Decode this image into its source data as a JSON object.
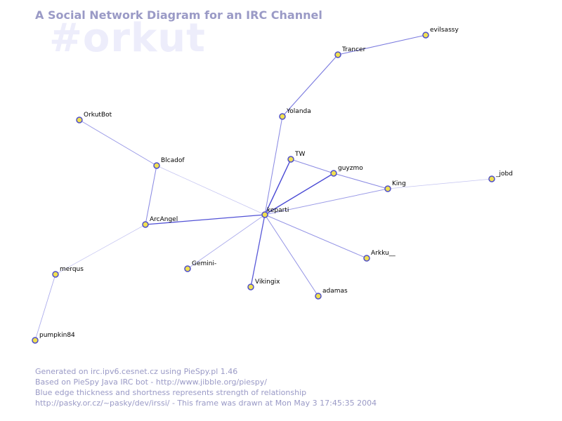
{
  "title": "A Social Network Diagram for an IRC Channel",
  "channel": "#orkut",
  "footer": [
    "Generated on irc.ipv6.cesnet.cz using PieSpy.pl 1.46",
    "Based on PieSpy Java IRC bot - http://www.jibble.org/piespy/",
    "Blue edge thickness and shortness represents strength of relationship",
    "http://pasky.or.cz/~pasky/dev/irssi/ - This frame was drawn at Mon May  3 17:45:35 2004"
  ],
  "colors": {
    "node_fill": "#f0e050",
    "node_stroke": "#5050c8",
    "edge": "#3a3ad0",
    "title": "#9a9ac6",
    "watermark": "#ededfb"
  },
  "nodes": [
    {
      "id": "evilsassy",
      "label": "evilsassy"
    },
    {
      "id": "Trancer",
      "label": "Trancer"
    },
    {
      "id": "Yolanda",
      "label": "Yolanda"
    },
    {
      "id": "OrkutBot",
      "label": "OrkutBot"
    },
    {
      "id": "Blcadof",
      "label": "Blcadof"
    },
    {
      "id": "TW",
      "label": "TW"
    },
    {
      "id": "guyzmo",
      "label": "guyzmo"
    },
    {
      "id": "King",
      "label": "King"
    },
    {
      "id": "_jobd",
      "label": "_jobd"
    },
    {
      "id": "keparti",
      "label": "keparti"
    },
    {
      "id": "ArcAngel",
      "label": "ArcAngel"
    },
    {
      "id": "Arkku__",
      "label": "Arkku__"
    },
    {
      "id": "merqus",
      "label": "merqus"
    },
    {
      "id": "Gemini-",
      "label": "Gemini-"
    },
    {
      "id": "Vikingix",
      "label": "Vikingix"
    },
    {
      "id": "adamas",
      "label": "adamas"
    },
    {
      "id": "pumpkin84",
      "label": "pumpkin84"
    }
  ],
  "edges": [
    {
      "source": "evilsassy",
      "target": "Trancer",
      "strength": 0.6
    },
    {
      "source": "Trancer",
      "target": "Yolanda",
      "strength": 0.6
    },
    {
      "source": "Yolanda",
      "target": "keparti",
      "strength": 0.5
    },
    {
      "source": "OrkutBot",
      "target": "Blcadof",
      "strength": 0.4
    },
    {
      "source": "Blcadof",
      "target": "ArcAngel",
      "strength": 0.5
    },
    {
      "source": "Blcadof",
      "target": "keparti",
      "strength": 0.15
    },
    {
      "source": "TW",
      "target": "guyzmo",
      "strength": 0.5
    },
    {
      "source": "TW",
      "target": "keparti",
      "strength": 0.9
    },
    {
      "source": "guyzmo",
      "target": "keparti",
      "strength": 0.9
    },
    {
      "source": "guyzmo",
      "target": "King",
      "strength": 0.5
    },
    {
      "source": "King",
      "target": "keparti",
      "strength": 0.4
    },
    {
      "source": "King",
      "target": "_jobd",
      "strength": 0.15
    },
    {
      "source": "keparti",
      "target": "ArcAngel",
      "strength": 0.85
    },
    {
      "source": "keparti",
      "target": "Arkku__",
      "strength": 0.45
    },
    {
      "source": "keparti",
      "target": "Gemini-",
      "strength": 0.3
    },
    {
      "source": "keparti",
      "target": "Vikingix",
      "strength": 0.8
    },
    {
      "source": "keparti",
      "target": "adamas",
      "strength": 0.45
    },
    {
      "source": "ArcAngel",
      "target": "merqus",
      "strength": 0.15
    },
    {
      "source": "merqus",
      "target": "pumpkin84",
      "strength": 0.3
    }
  ]
}
